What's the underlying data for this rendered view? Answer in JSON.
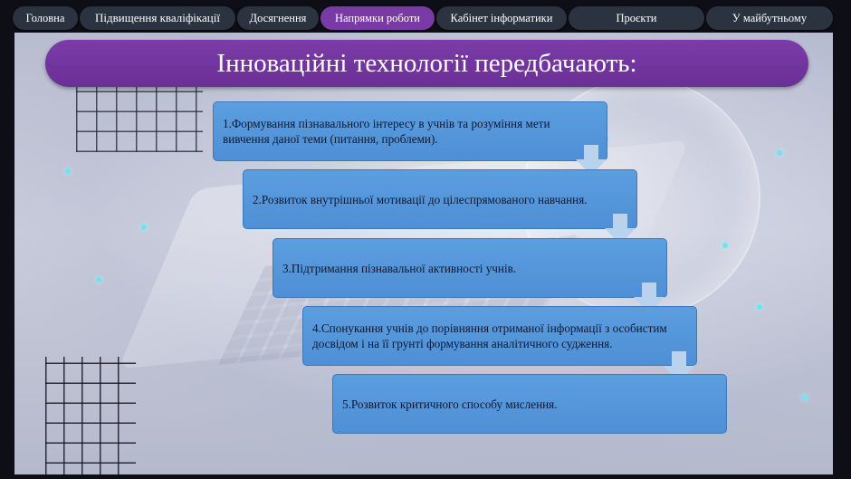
{
  "nav": {
    "tabs": [
      {
        "label": "Головна"
      },
      {
        "label": "Підвищення кваліфікації"
      },
      {
        "label": "Досягнення"
      },
      {
        "label": "Напрямки  роботи"
      },
      {
        "label": "Кабінет  інформатики"
      },
      {
        "label": "Проєкти"
      },
      {
        "label": "У майбутньому"
      }
    ],
    "active_index": 3
  },
  "slide": {
    "title": "Інноваційні технології передбачають:",
    "steps": [
      {
        "text": "1.Формування  пізнавального  інтересу  в учнів  та розуміння  мети  вивчення  даної теми (питання, проблеми)."
      },
      {
        "text": "2.Розвиток внутрішньої  мотивації до цілеспрямованого  навчання."
      },
      {
        "text": "3.Підтримання  пізнавальної активності  учнів."
      },
      {
        "text": "4.Спонукання  учнів до порівняння  отриманої інформації  з особистим  досвідом і  на  її  грунті формування  аналітичного  судження."
      },
      {
        "text": "5.Розвиток критичного  способу  мислення."
      }
    ]
  },
  "colors": {
    "tab_bg": "#2c3340",
    "tab_active": "#7a3aa6",
    "title_bg": "#7b3ca7",
    "step_bg": "#5b9ee0",
    "arrow": "#b9d3ee"
  }
}
